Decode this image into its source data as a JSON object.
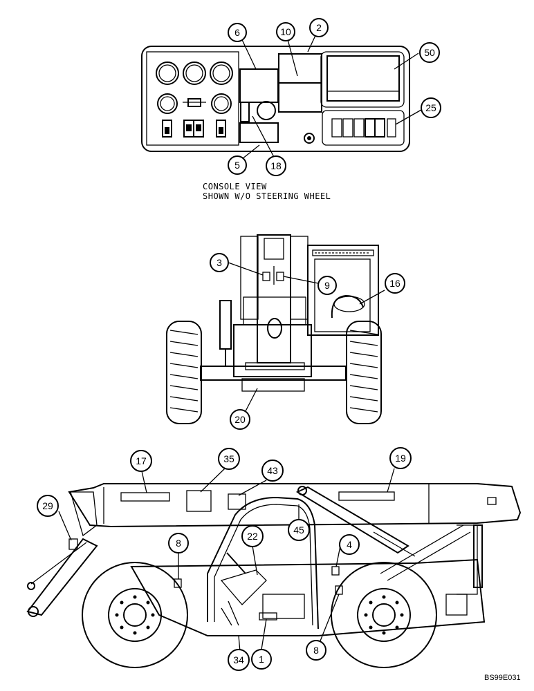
{
  "console_view": {
    "caption_line1": "CONSOLE VIEW",
    "caption_line2": "SHOWN W/O STEERING WHEEL",
    "callouts": [
      "6",
      "10",
      "2",
      "50",
      "25",
      "5",
      "18"
    ]
  },
  "front_view": {
    "callouts": [
      "3",
      "9",
      "16",
      "20"
    ]
  },
  "side_view": {
    "callouts": [
      "17",
      "35",
      "43",
      "19",
      "29",
      "8",
      "22",
      "45",
      "4",
      "34",
      "1",
      "8"
    ]
  },
  "reference_code": "BS99E031",
  "colors": {
    "ink": "#000000",
    "paper": "#ffffff"
  }
}
